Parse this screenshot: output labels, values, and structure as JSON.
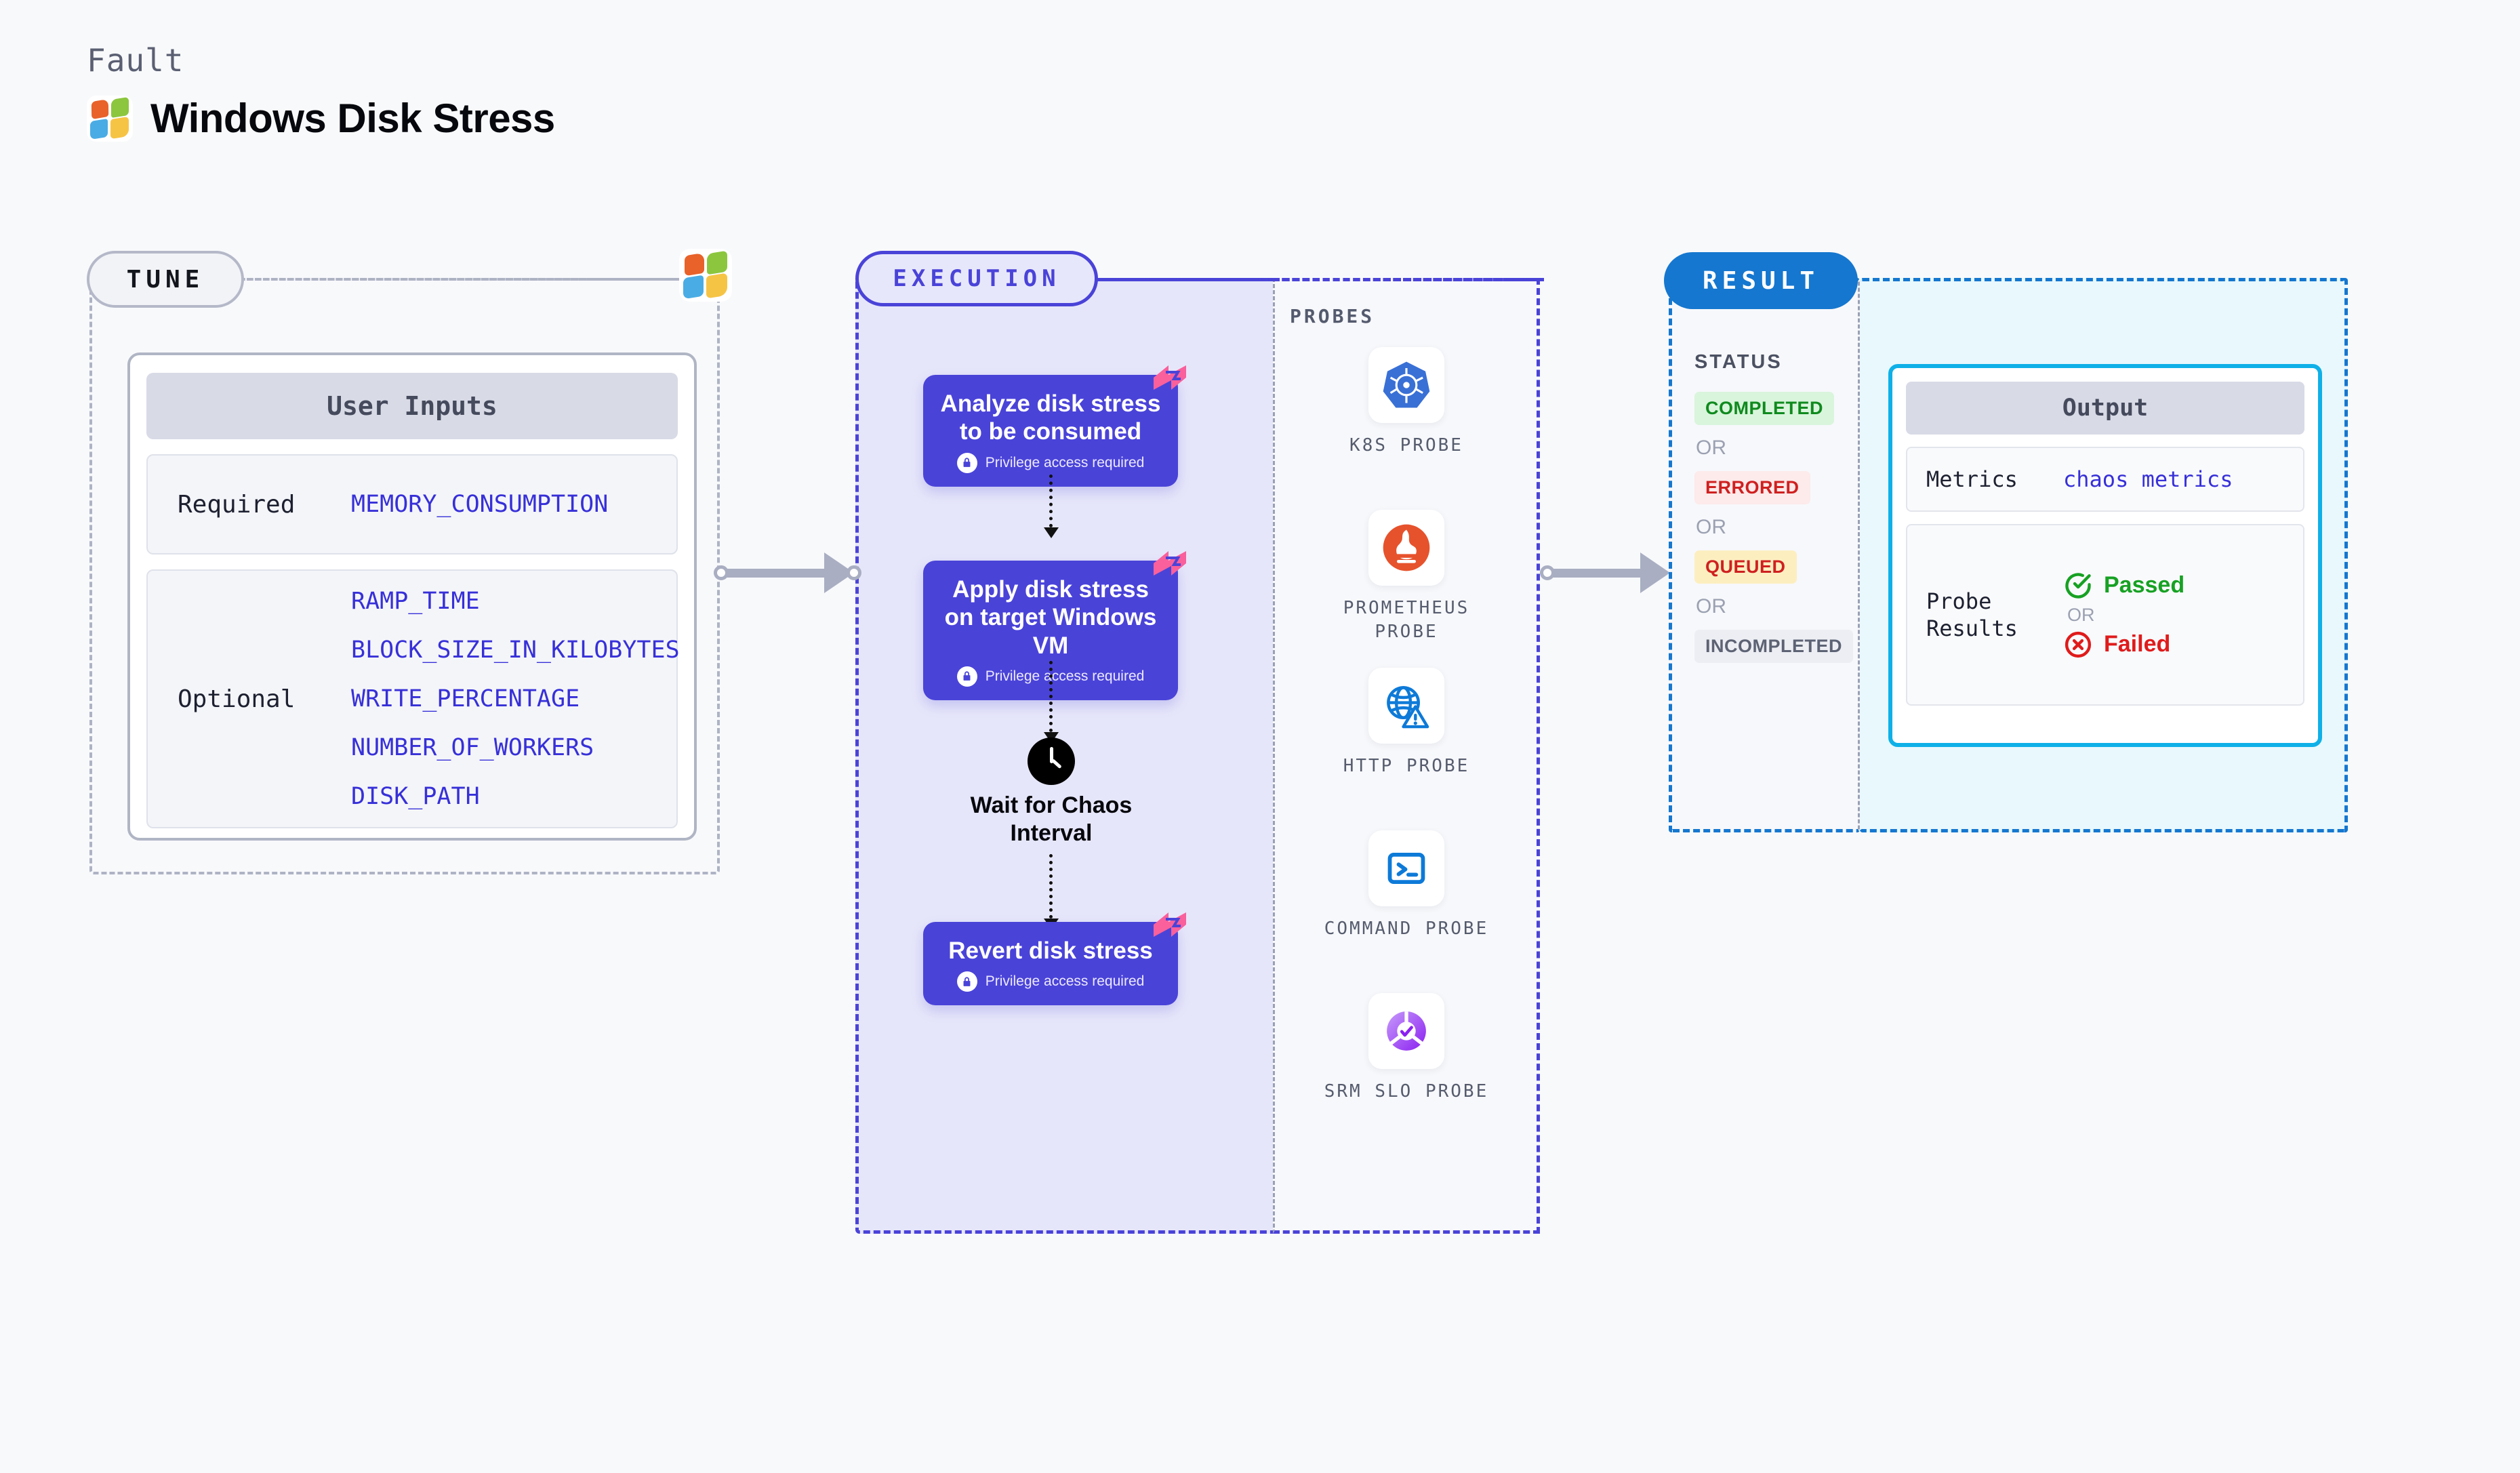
{
  "header": {
    "kicker": "Fault",
    "title": "Windows Disk Stress",
    "logo_icon": "windows-logo-icon"
  },
  "tune": {
    "pill_label": "TUNE",
    "badge_icon": "windows-logo-icon",
    "inputs_title": "User Inputs",
    "required_label": "Required",
    "required_values": [
      "MEMORY_CONSUMPTION"
    ],
    "optional_label": "Optional",
    "optional_values": [
      "RAMP_TIME",
      "BLOCK_SIZE_IN_KILOBYTES",
      "WRITE_PERCENTAGE",
      "NUMBER_OF_WORKERS",
      "DISK_PATH"
    ]
  },
  "execution": {
    "pill_label": "EXECUTION",
    "privilege_note": "Privilege access required",
    "steps": [
      {
        "title": "Analyze disk stress to be consumed",
        "privileged": true,
        "flag_icon": "litmus-flag-icon",
        "lock_icon": "lock-icon"
      },
      {
        "title": "Apply disk stress on target Windows VM",
        "privileged": true,
        "flag_icon": "litmus-flag-icon",
        "lock_icon": "lock-icon"
      },
      {
        "title": "Revert disk stress",
        "privileged": true,
        "flag_icon": "litmus-flag-icon",
        "lock_icon": "lock-icon"
      }
    ],
    "wait": {
      "label": "Wait for Chaos Interval",
      "icon": "clock-icon"
    }
  },
  "probes": {
    "header": "PROBES",
    "items": [
      {
        "label": "K8S PROBE",
        "icon": "kubernetes-icon"
      },
      {
        "label": "PROMETHEUS PROBE",
        "icon": "prometheus-icon"
      },
      {
        "label": "HTTP PROBE",
        "icon": "http-globe-warning-icon"
      },
      {
        "label": "COMMAND PROBE",
        "icon": "terminal-icon"
      },
      {
        "label": "SRM SLO PROBE",
        "icon": "srm-slo-icon"
      }
    ]
  },
  "result": {
    "pill_label": "RESULT",
    "status_header": "STATUS",
    "or_label": "OR",
    "statuses": [
      {
        "label": "COMPLETED",
        "bg": "#d9f5dc",
        "fg": "#0f8a1e"
      },
      {
        "label": "ERRORED",
        "bg": "#fdeaea",
        "fg": "#cf2020"
      },
      {
        "label": "QUEUED",
        "bg": "#fdeec0",
        "fg": "#cf2020"
      },
      {
        "label": "INCOMPLETED",
        "bg": "#eceef3",
        "fg": "#5d6374"
      }
    ],
    "output": {
      "title": "Output",
      "metrics_label": "Metrics",
      "metrics_value": "chaos metrics",
      "probe_results_label": "Probe Results",
      "passed_label": "Passed",
      "passed_icon": "check-circle-icon",
      "or_label": "OR",
      "failed_label": "Failed",
      "failed_icon": "x-circle-icon"
    }
  },
  "colors": {
    "page_bg": "#f8f9fb",
    "execution_accent": "#4a43d8",
    "execution_bg": "#e6e6fa",
    "result_accent": "#1577cf",
    "output_accent": "#0fb0e8",
    "tune_border": "#aeb3c4",
    "code_text": "#3730d8",
    "connector": "#a9aec2"
  }
}
